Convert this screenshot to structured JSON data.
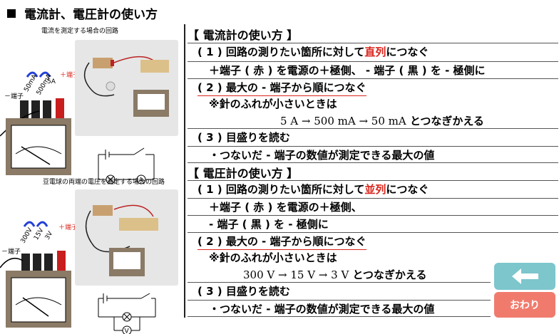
{
  "title": "電流計、電圧計の使い方",
  "left": {
    "ammeter_caption": "電流を測定する場合の回路",
    "voltmeter_caption": "豆電球の両端の電圧を測定する場合の回路",
    "ammeter_terminals": {
      "t50": "50mA",
      "t500": "500mA",
      "t5": "5A",
      "plus": "＋端子",
      "minus": "－端子"
    },
    "voltmeter_terminals": {
      "t300": "300V",
      "t15": "15V",
      "t3": "3V",
      "plus": "＋端子",
      "minus": "－端子"
    },
    "meter_a_symbol": "A",
    "meter_v_symbol": "V"
  },
  "ammeter": {
    "heading": "【 電流計の使い方 】",
    "step1_pre": "( 1 ) 回路の測りたい箇所に対して",
    "step1_red": "直列",
    "step1_post": "につなぐ",
    "step1_sub": "＋端子 ( 赤 ) を電源の＋極側、 - 端子 ( 黒 ) を - 極側に",
    "step2": "( 2 ) 最大の - 端子から順につなぐ",
    "note": "※針のふれが小さいときは",
    "switch_units": "5 A → 500 mA → 50 mA",
    "switch_text": "とつなぎかえる",
    "step3": "( 3 ) 目盛りを読む",
    "step3_sub": "・つないだ - 端子の数値が測定できる最大の値"
  },
  "voltmeter": {
    "heading": "【 電圧計の使い方 】",
    "step1_pre": "( 1 ) 回路の測りたい箇所に対して",
    "step1_red": "並列",
    "step1_post": "につなぐ",
    "step1_sub1": "＋端子 ( 赤 ) を電源の＋極側、",
    "step1_sub2": "- 端子 ( 黒 ) を - 極側に",
    "step2": "( 2 ) 最大の - 端子から順につなぐ",
    "note": "※針のふれが小さいときは",
    "switch_units": "300 V → 15 V → 3 V",
    "switch_text": "とつなぎかえる",
    "step3": "( 3 ) 目盛りを読む",
    "step3_sub": "・つないだ - 端子の数値が測定できる最大の値"
  },
  "buttons": {
    "back_icon": "left-arrow-icon",
    "end_label": "おわり"
  },
  "colors": {
    "accent_red": "#d9261c",
    "back_button": "#7cc6cc",
    "end_button": "#f07b6d",
    "photo_bg": "#e6e6e6"
  }
}
